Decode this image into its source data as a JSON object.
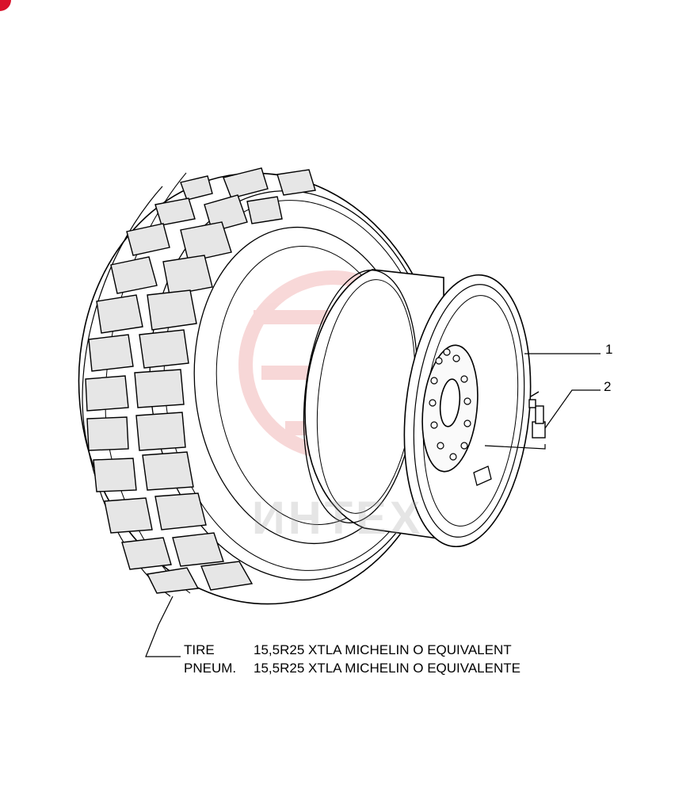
{
  "callouts": [
    {
      "number": "1"
    },
    {
      "number": "2"
    }
  ],
  "legend": [
    {
      "code": "TIRE",
      "text": "15,5R25 XTLA MICHELIN O EQUIVALENT"
    },
    {
      "code": "PNEUM.",
      "text": "15,5R25 XTLA MICHELIN O EQUIVALENTE"
    }
  ],
  "watermark": {
    "text": "ИНТЕХ"
  },
  "colors": {
    "line": "#000000",
    "accent": "#d9122b",
    "watermark_logo": "#f2b8b8"
  }
}
